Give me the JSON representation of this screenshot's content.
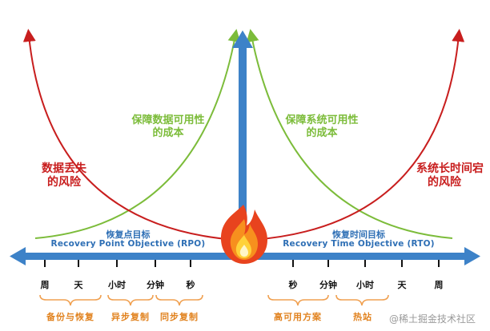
{
  "left_risk_label": [
    "数据丢失",
    "的风险"
  ],
  "right_risk_label": [
    "系统长时间宕",
    "的风险"
  ],
  "left_cost_label": [
    "保障数据可用性",
    "的成本"
  ],
  "right_cost_label": [
    "保障系统可用性",
    "的成本"
  ],
  "rpo_label": {
    "cn": "恢复点目标",
    "en": "Recovery Point Objective (RPO)"
  },
  "rto_label": {
    "cn": "恢复时间目标",
    "en": "Recovery Time Objective (RTO)"
  },
  "left_ticks": [
    "周",
    "天",
    "小时",
    "分钟",
    "秒"
  ],
  "right_ticks": [
    "秒",
    "分钟",
    "小时",
    "天",
    "周"
  ],
  "left_techniques": [
    "备份与恢复",
    "异步复制",
    "同步复制"
  ],
  "right_techniques": [
    "高可用方案",
    "热站"
  ],
  "watermark": "@稀土掘金技术社区",
  "colors": {
    "risk": "#c81e1e",
    "cost": "#7cbc3a",
    "axis": "#3d82c8",
    "brace": "#f0a050",
    "technique": "#e1821e"
  }
}
